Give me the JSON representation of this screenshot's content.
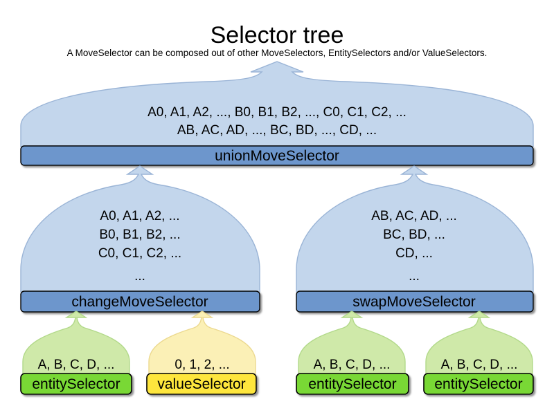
{
  "header": {
    "title": "Selector tree",
    "subtitle": "A MoveSelector can be composed out of other MoveSelectors, EntitySelectors and/or ValueSelectors."
  },
  "colors": {
    "move_selector_fill": "#c3d6ec",
    "move_selector_bar": "#6d96cc",
    "move_selector_stroke": "#9ab4d6",
    "entity_selector_fill": "#cfe9a9",
    "entity_selector_bar": "#79d836",
    "entity_selector_stroke": "#b2d98a",
    "value_selector_fill": "#fbf0b6",
    "value_selector_bar": "#fee63c",
    "value_selector_stroke": "#ecd98f",
    "bar_border": "#000000",
    "text": "#000000"
  },
  "tree": {
    "root": {
      "id": "union-move-selector",
      "label": "unionMoveSelector",
      "kind": "moveSelector",
      "set_lines": [
        "A0, A1, A2, ..., B0, B1, B2, ..., C0, C1, C2, ...",
        "AB, AC, AD, ..., BC, BD, ..., CD, ..."
      ]
    },
    "level2": [
      {
        "id": "change-move-selector",
        "label": "changeMoveSelector",
        "kind": "moveSelector",
        "set_lines": [
          "A0, A1, A2, ...",
          "B0, B1, B2, ...",
          "C0, C1, C2, ...",
          "..."
        ]
      },
      {
        "id": "swap-move-selector",
        "label": "swapMoveSelector",
        "kind": "moveSelector",
        "set_lines": [
          "AB, AC, AD, ...",
          "BC, BD, ...",
          "CD, ...",
          "..."
        ]
      }
    ],
    "leaves": [
      {
        "id": "entity-selector-1",
        "label": "entitySelector",
        "kind": "entitySelector",
        "set_lines": [
          "A, B, C, D, ..."
        ]
      },
      {
        "id": "value-selector-1",
        "label": "valueSelector",
        "kind": "valueSelector",
        "set_lines": [
          "0, 1, 2, ..."
        ]
      },
      {
        "id": "entity-selector-2",
        "label": "entitySelector",
        "kind": "entitySelector",
        "set_lines": [
          "A, B, C, D, ..."
        ]
      },
      {
        "id": "entity-selector-3",
        "label": "entitySelector",
        "kind": "entitySelector",
        "set_lines": [
          "A, B, C, D, ..."
        ]
      }
    ]
  }
}
